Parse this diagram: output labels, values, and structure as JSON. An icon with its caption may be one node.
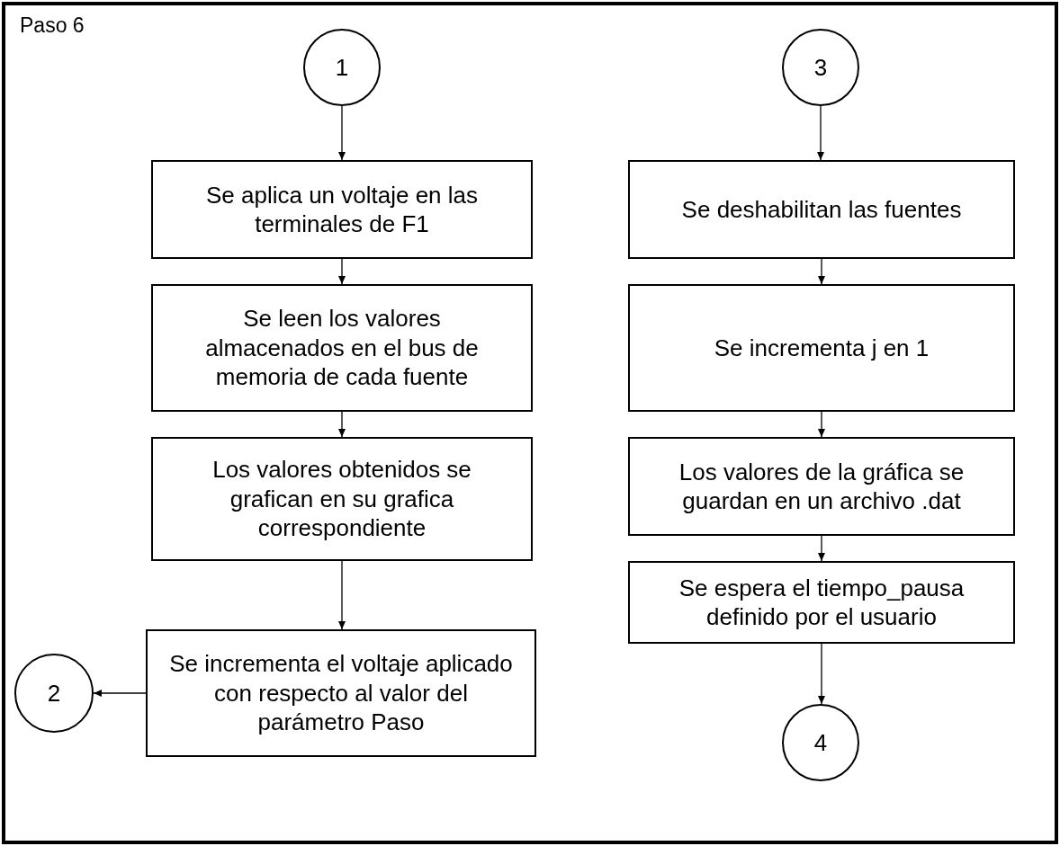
{
  "diagram": {
    "nodes": [
      {
        "text": [
          "Paso 6"
        ]
      },
      {
        "text": [
          "1"
        ],
        "in": 0
      },
      {
        "text": [
          "Se aplica un voltaje en las terminales de F1"
        ],
        "in": 0
      },
      {
        "text": [
          "Se leen los valores almacenados en el bus de memoria de cada fuente"
        ],
        "in": 0
      },
      {
        "text": [
          "Los valores obtenidos se grafican en su grafica correspondiente"
        ],
        "in": 0
      },
      {
        "text": [
          "Se incrementa el voltaje aplicado con respecto al valor del parámetro Paso"
        ],
        "in": 0
      },
      {
        "text": [
          "2"
        ],
        "in": 0
      },
      {
        "text": [
          "3"
        ],
        "in": 0
      },
      {
        "text": [
          "Se deshabilitan las fuentes"
        ],
        "in": 0
      },
      {
        "text": [
          "Se incrementa j en 1"
        ],
        "in": 0
      },
      {
        "text": [
          "Los valores de la gráfica se guardan en un archivo .dat"
        ],
        "in": 0
      },
      {
        "text": [
          "Se espera el tiempo_pausa definido por el usuario"
        ],
        "in": 0
      },
      {
        "text": [
          "4"
        ],
        "in": 0
      }
    ],
    "edges": [
      {
        "from": 1,
        "to": 2,
        "arrow": "to"
      },
      {
        "from": 2,
        "to": 3,
        "arrow": "to"
      },
      {
        "from": 3,
        "to": 4,
        "arrow": "to"
      },
      {
        "from": 4,
        "to": 5,
        "arrow": "to"
      },
      {
        "from": 5,
        "to": 6,
        "arrow": "to"
      },
      {
        "from": 7,
        "to": 8,
        "arrow": "to"
      },
      {
        "from": 8,
        "to": 9,
        "arrow": "to"
      },
      {
        "from": 9,
        "to": 10,
        "arrow": "to"
      },
      {
        "from": 10,
        "to": 11,
        "arrow": "to"
      },
      {
        "from": 11,
        "to": 12,
        "arrow": "to"
      }
    ]
  }
}
